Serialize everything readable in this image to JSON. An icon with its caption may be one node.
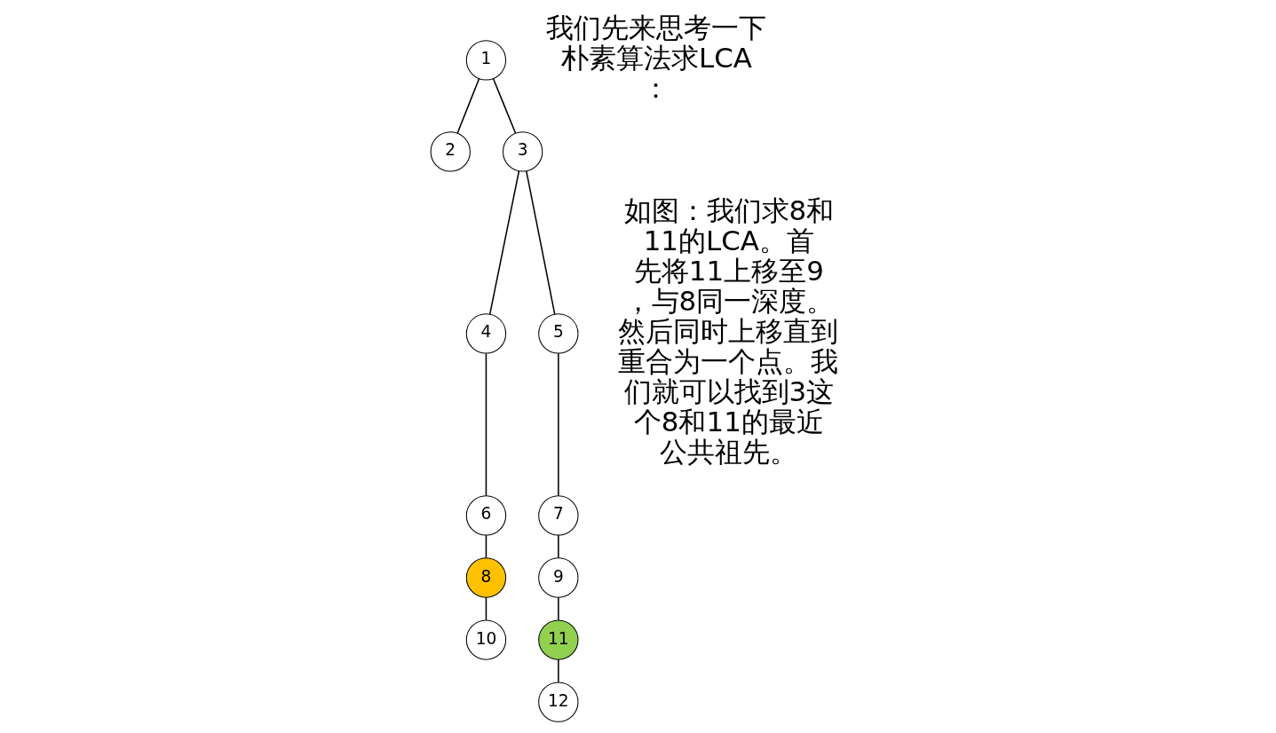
{
  "diagram": {
    "nodes": [
      {
        "text": [
          "1"
        ]
      },
      {
        "text": [
          "2"
        ]
      },
      {
        "text": [
          "3"
        ]
      },
      {
        "text": [
          "4"
        ]
      },
      {
        "text": [
          "5"
        ]
      },
      {
        "text": [
          "6"
        ]
      },
      {
        "text": [
          "7"
        ]
      },
      {
        "text": [
          "8"
        ]
      },
      {
        "text": [
          "9"
        ]
      },
      {
        "text": [
          "10"
        ]
      },
      {
        "text": [
          "11"
        ]
      },
      {
        "text": [
          "12"
        ]
      }
    ],
    "edges": [
      {
        "from": 0,
        "to": 1,
        "arrow": "none"
      },
      {
        "from": 0,
        "to": 2,
        "arrow": "none"
      },
      {
        "from": 2,
        "to": 3,
        "arrow": "none"
      },
      {
        "from": 2,
        "to": 4,
        "arrow": "none"
      },
      {
        "from": 3,
        "to": 5,
        "arrow": "none"
      },
      {
        "from": 4,
        "to": 6,
        "arrow": "none"
      },
      {
        "from": 5,
        "to": 7,
        "arrow": "none"
      },
      {
        "from": 6,
        "to": 8,
        "arrow": "none"
      },
      {
        "from": 7,
        "to": 9,
        "arrow": "none"
      },
      {
        "from": 8,
        "to": 10,
        "arrow": "none"
      },
      {
        "from": 10,
        "to": 11,
        "arrow": "none"
      }
    ],
    "labels": [
      "我们先来思考一下朴素算法求LCA：",
      "如图：我们求8和11的LCA。首先将11上移至9，与8同一深度。然后同时上移直到重合为一个点。我们就可以找到3这个8和11的最近公共祖先。"
    ]
  }
}
